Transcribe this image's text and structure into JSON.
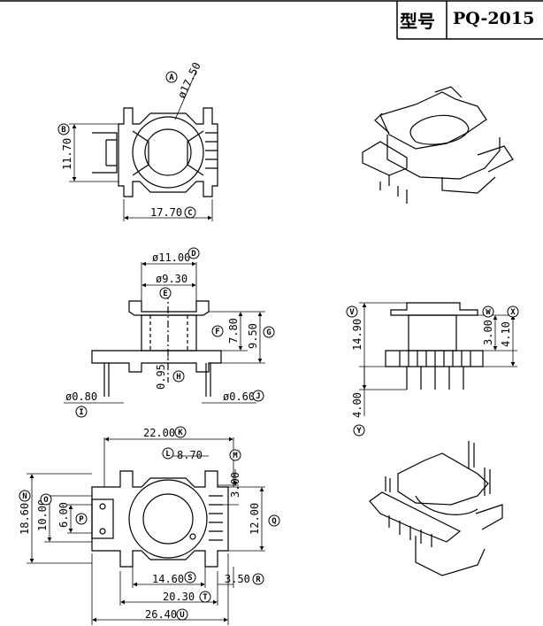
{
  "title_block": {
    "label": "型号",
    "model": "PQ-2015"
  },
  "dimensions": {
    "A": "ø17.50",
    "B": "11.70",
    "C": "17.70",
    "D": "ø11.00",
    "E": "ø9.30",
    "F": "7.80",
    "G": "9.50",
    "H": "0.95",
    "I": "ø0.80",
    "J": "ø0.60",
    "K": "22.00",
    "L": "8.70",
    "M": "3.00",
    "N": "18.60",
    "O": "10.00",
    "P": "6.00",
    "Q": "12.00",
    "R": "3.50",
    "S": "14.60",
    "T": "20.30",
    "U": "26.40",
    "V": "14.90",
    "W": "3.00",
    "X": "4.10",
    "Y": "4.00"
  },
  "markers": {
    "A": "A",
    "B": "B",
    "C": "C",
    "D": "D",
    "E": "E",
    "F": "F",
    "G": "G",
    "H": "H",
    "I": "I",
    "J": "J",
    "K": "K",
    "L": "L",
    "M": "M",
    "N": "N",
    "O": "O",
    "P": "P",
    "Q": "Q",
    "R": "R",
    "S": "S",
    "T": "T",
    "U": "U",
    "V": "V",
    "W": "W",
    "X": "X",
    "Y": "Y"
  }
}
